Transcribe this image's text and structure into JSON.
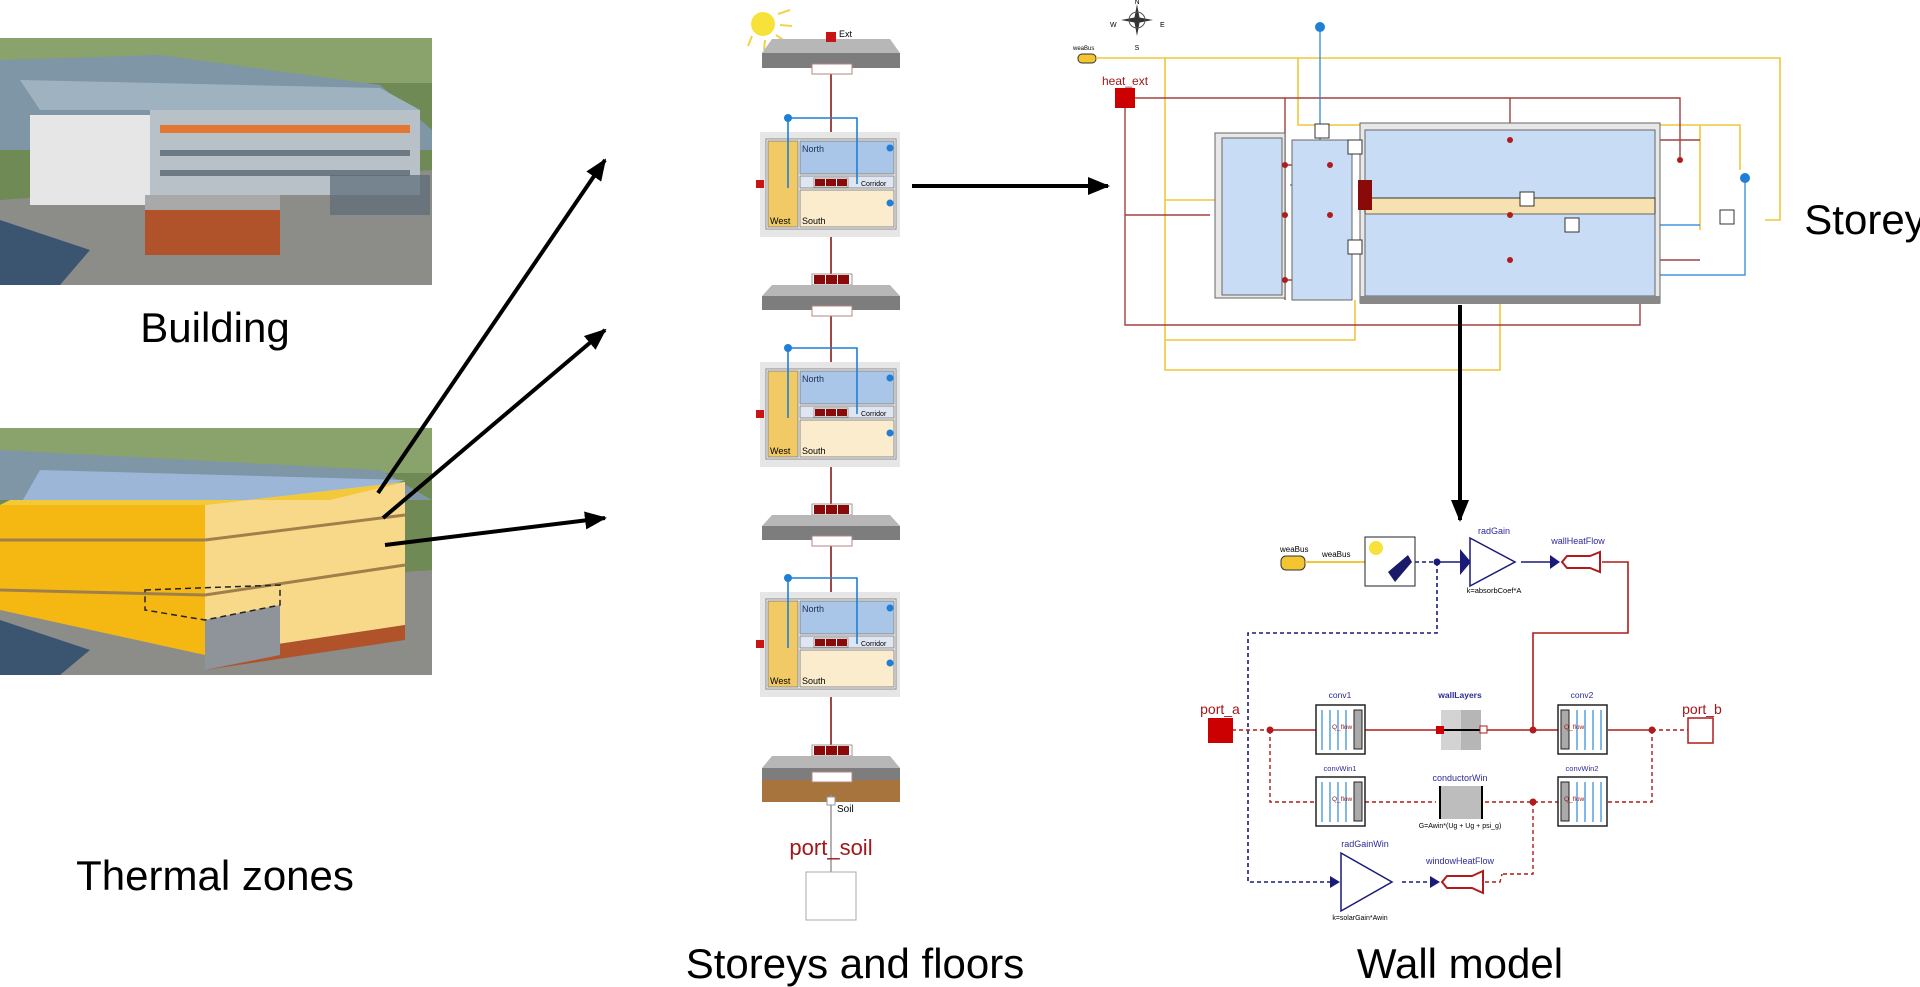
{
  "labels": {
    "building": "Building",
    "thermal_zones": "Thermal zones",
    "storeys_and_floors": "Storeys and floors",
    "storey": "Storey",
    "wall_model": "Wall model"
  },
  "storeys_column": {
    "ext": "Ext",
    "soil": "Soil",
    "port_soil": "port_soil",
    "zones": {
      "north": "North",
      "corridor": "Corridor",
      "west": "West",
      "south": "South"
    }
  },
  "storey_diagram": {
    "compass": {
      "n": "N",
      "s": "S",
      "e": "E",
      "w": "W"
    },
    "weabus": "weaBus",
    "heat_ext": "heat_ext"
  },
  "wall_model": {
    "weabus_port": "weaBus",
    "weabus_line": "weaBus",
    "radgain": "radGain",
    "radgain_param": "k=absorbCoef*A",
    "wallheatflow": "wallHeatFlow",
    "port_a": "port_a",
    "port_b": "port_b",
    "conv1": "conv1",
    "walllayers": "wallLayers",
    "conv2": "conv2",
    "convwin1": "convWin1",
    "conductorwin": "conductorWin",
    "conductorwin_param": "G=Awin*(Ug + Ug + psi_g)",
    "convwin2": "convWin2",
    "radgainwin": "radGainWin",
    "radgainwin_param": "k=solarGain*Awin",
    "windowheatflow": "windowHeatFlow",
    "q_flow": "Q_flow"
  },
  "colors": {
    "heat_port": "#a01818",
    "signal": "#1a1a7a",
    "weather_bus": "#f2c531",
    "fluid": "#1f7fd6",
    "zone_yellow": "#f6d26a"
  }
}
